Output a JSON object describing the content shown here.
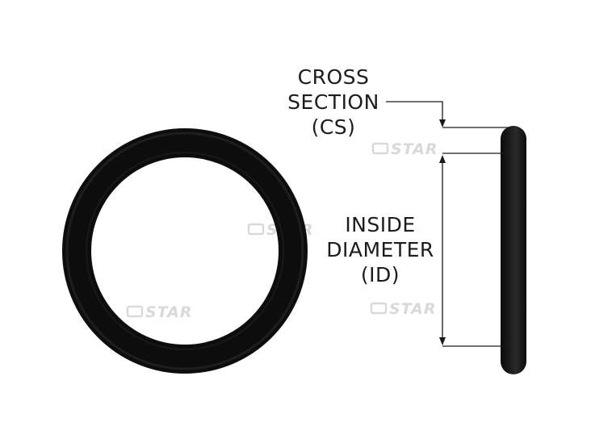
{
  "diagram": {
    "cross_section_label": [
      "CROSS",
      "SECTION",
      "(CS)"
    ],
    "inside_diameter_label": [
      "INSIDE",
      "DIAMETER",
      "(ID)"
    ]
  },
  "watermark": {
    "text": "STAR",
    "color": "#d9d9d9"
  },
  "colors": {
    "ring": "#0d0d0d",
    "ring_highlight": "#2e2e2e",
    "text": "#1c1c1c",
    "lines": "#1a1a1a"
  }
}
